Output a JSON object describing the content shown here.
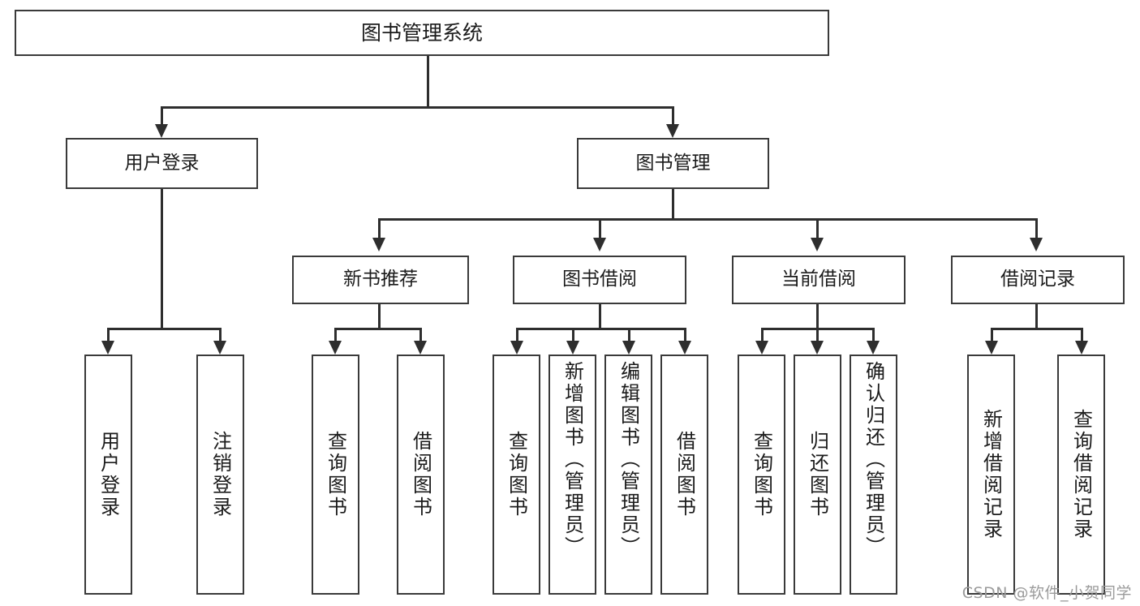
{
  "diagram": {
    "type": "tree",
    "title": "图书管理系统",
    "watermark": "CSDN @软件_小贺同学",
    "colors": {
      "box_border": "#3a3a3a",
      "connector": "#2e2e2e",
      "background": "#ffffff",
      "text": "#1b1b1b",
      "watermark": "#9b9b9b"
    },
    "root": {
      "label": "图书管理系统"
    },
    "level2": [
      {
        "label": "用户登录"
      },
      {
        "label": "图书管理"
      }
    ],
    "level3": [
      {
        "label": "新书推荐"
      },
      {
        "label": "图书借阅"
      },
      {
        "label": "当前借阅"
      },
      {
        "label": "借阅记录"
      }
    ],
    "groups": [
      {
        "parent": "用户登录",
        "leaves": [
          {
            "label": "用户登录"
          },
          {
            "label": "注销登录"
          }
        ]
      },
      {
        "parent": "新书推荐",
        "leaves": [
          {
            "label": "查询图书"
          },
          {
            "label": "借阅图书"
          }
        ]
      },
      {
        "parent": "图书借阅",
        "leaves": [
          {
            "label": "查询图书"
          },
          {
            "label": "新增图书（管理员）"
          },
          {
            "label": "编辑图书（管理员）"
          },
          {
            "label": "借阅图书"
          }
        ]
      },
      {
        "parent": "当前借阅",
        "leaves": [
          {
            "label": "查询图书"
          },
          {
            "label": "归还图书"
          },
          {
            "label": "确认归还（管理员）"
          }
        ]
      },
      {
        "parent": "借阅记录",
        "leaves": [
          {
            "label": "新增借阅记录"
          },
          {
            "label": "查询借阅记录"
          }
        ]
      }
    ]
  }
}
